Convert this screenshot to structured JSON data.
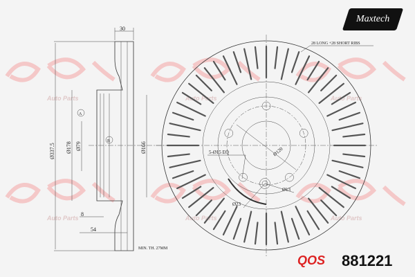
{
  "brand": {
    "name": "Maxtech",
    "watermark": "QOS",
    "watermark_sub": "Auto Parts",
    "part_number": "881221",
    "accent": "#d22222"
  },
  "side_view": {
    "width": "30",
    "outer_diameter": "Ø337.5",
    "hat_diameter": "Ø178",
    "center_bore": "Ø79",
    "inner_diameter": "Ø166",
    "hat_thickness": "8",
    "offset": "54",
    "min_thickness": "MIN. TH. 27MM",
    "datum_a": "A",
    "datum_b": "B"
  },
  "front_view": {
    "ribs": "28 LONG +28 SHORT RIBS",
    "bolt_holes": "5-Ø15 EQ",
    "pcd": "Ø120",
    "small_hole": "Ø13",
    "small_hole_outer": "Ø23"
  }
}
